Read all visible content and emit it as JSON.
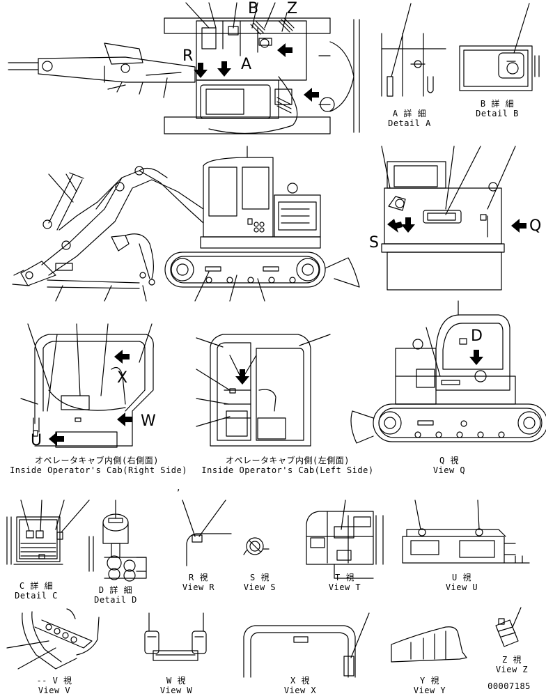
{
  "letters": {
    "b": "B",
    "z": "Z",
    "r": "R",
    "a": "A",
    "q": "Q",
    "s": "S",
    "x": "X",
    "w": "W",
    "u": "U",
    "d": "D",
    "tick": ","
  },
  "details": {
    "a": {
      "jp": "A 詳 細",
      "en": "Detail A"
    },
    "b": {
      "jp": "B 詳 細",
      "en": "Detail B"
    },
    "c": {
      "jp": "C 詳 細",
      "en": "Detail C"
    },
    "d": {
      "jp": "D 詳 細",
      "en": "Detail D"
    }
  },
  "cab": {
    "right": {
      "jp": "オペレータキャブ内側(右側面)",
      "en": "Inside Operator's Cab(Right Side)"
    },
    "left": {
      "jp": "オペレータキャブ内側(左側面)",
      "en": "Inside Operator's Cab(Left Side)"
    }
  },
  "views": {
    "q": {
      "jp": "Q 視",
      "en": "View Q"
    },
    "r": {
      "jp": "R 視",
      "en": "View R"
    },
    "s": {
      "jp": "S 視",
      "en": "View S"
    },
    "t": {
      "jp": "T 視",
      "en": "View T"
    },
    "u": {
      "jp": "U 視",
      "en": "View U"
    },
    "v": {
      "jp": "-- V 視",
      "en": "View V"
    },
    "w": {
      "jp": "W 視",
      "en": "View W"
    },
    "x": {
      "jp": "X 視",
      "en": "View X"
    },
    "y": {
      "jp": "Y 視",
      "en": "View Y"
    },
    "z": {
      "jp": "Z 視",
      "en": "View Z"
    }
  },
  "drawing_number": "00007185"
}
